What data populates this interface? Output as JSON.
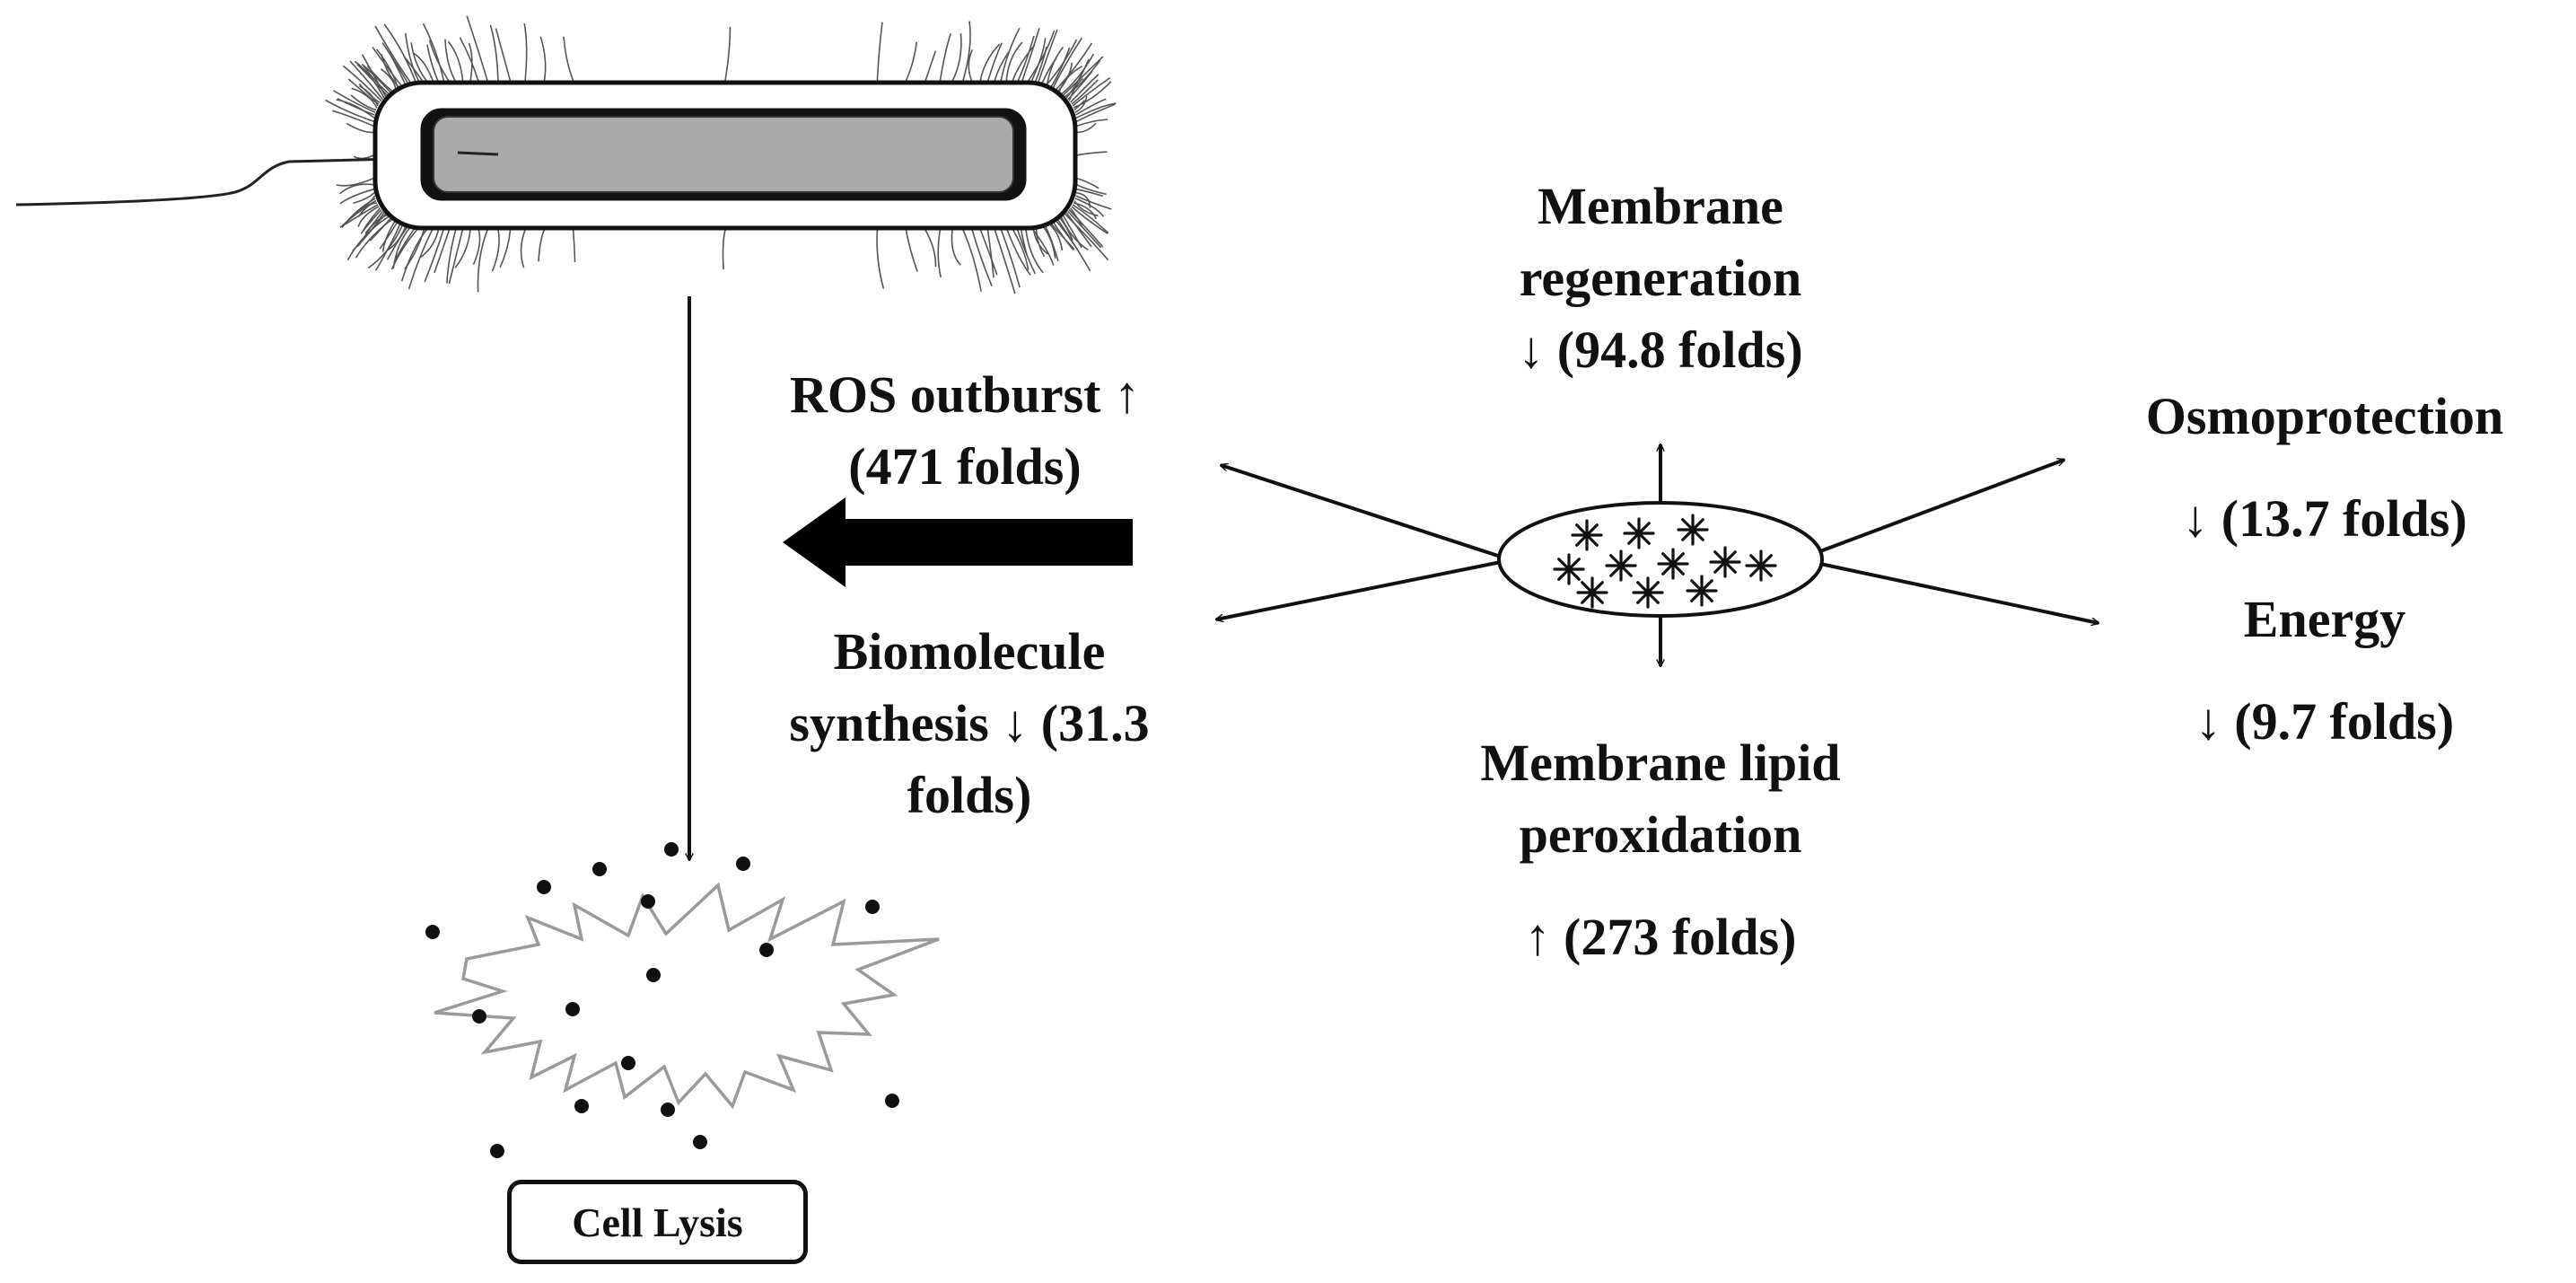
{
  "effects": {
    "membrane_regeneration": {
      "line1": "Membrane",
      "line2": "regeneration",
      "line3": "↓ (94.8 folds)"
    },
    "ros_outburst": {
      "line1": "ROS outburst ↑",
      "line2": "(471 folds)"
    },
    "osmoprotection": {
      "line1": "Osmoprotection",
      "line2": "↓ (13.7 folds)"
    },
    "energy": {
      "line1": "Energy",
      "line2": "↓ (9.7 folds)"
    },
    "biomolecule_synthesis": {
      "line1": "Biomolecule",
      "line2": "synthesis ↓ (31.3",
      "line3": "folds)"
    },
    "membrane_lipid_peroxidation": {
      "line1": "Membrane lipid",
      "line2": "peroxidation",
      "line3": "↑ (273 folds)"
    }
  },
  "outcome": {
    "label": "Cell Lysis"
  },
  "colors": {
    "ink": "#111111",
    "cell_fill": "#a9a9a9",
    "shard_stroke": "#9a9a9a"
  }
}
